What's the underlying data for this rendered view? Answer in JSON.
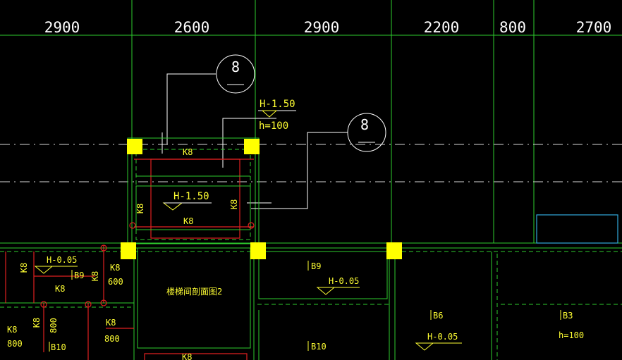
{
  "dimensions": [
    "2900",
    "2600",
    "2900",
    "2200",
    "800",
    "2700"
  ],
  "callouts": [
    {
      "number": "8"
    },
    {
      "number": "8"
    }
  ],
  "labels": {
    "h_150_top": "H-1.50",
    "h100_top": "h=100",
    "k8_top": "K8",
    "h_150_mid": "H-1.50",
    "k8_left_vertical": "K8",
    "k8_right_vertical": "K8",
    "k8_mid": "K8",
    "h_005_left": "H-0.05",
    "k8_left_a": "K8",
    "b9_left": "B9",
    "k8_left_vertical_2": "K8",
    "k8_left_b": "K8",
    "k8_right_of_b9": "K8",
    "val_600": "600",
    "stair_section": "楼梯间剖面图2",
    "b9_center": "B9",
    "h_005_center": "H-0.05",
    "k8_bottom_left": "K8",
    "val_800_a": "800",
    "k8_vertical_bottom": "K8",
    "val_800_vertical": "800",
    "k8_bottom_b": "K8",
    "val_800_b": "800",
    "b10_left": "B10",
    "k8_bottom_center": "K8",
    "b10_center": "B10",
    "b6": "B6",
    "h_005_right": "H-0.05",
    "b3": "B3",
    "h100_right": "h=100"
  },
  "colors": {
    "background": "#000000",
    "axis_green": "#2ecc2e",
    "column_yellow": "#ffff00",
    "rebar_red": "#e02020",
    "text_white": "#ffffff",
    "text_yellow": "#ffff33",
    "accent_cyan": "#33aadd"
  }
}
